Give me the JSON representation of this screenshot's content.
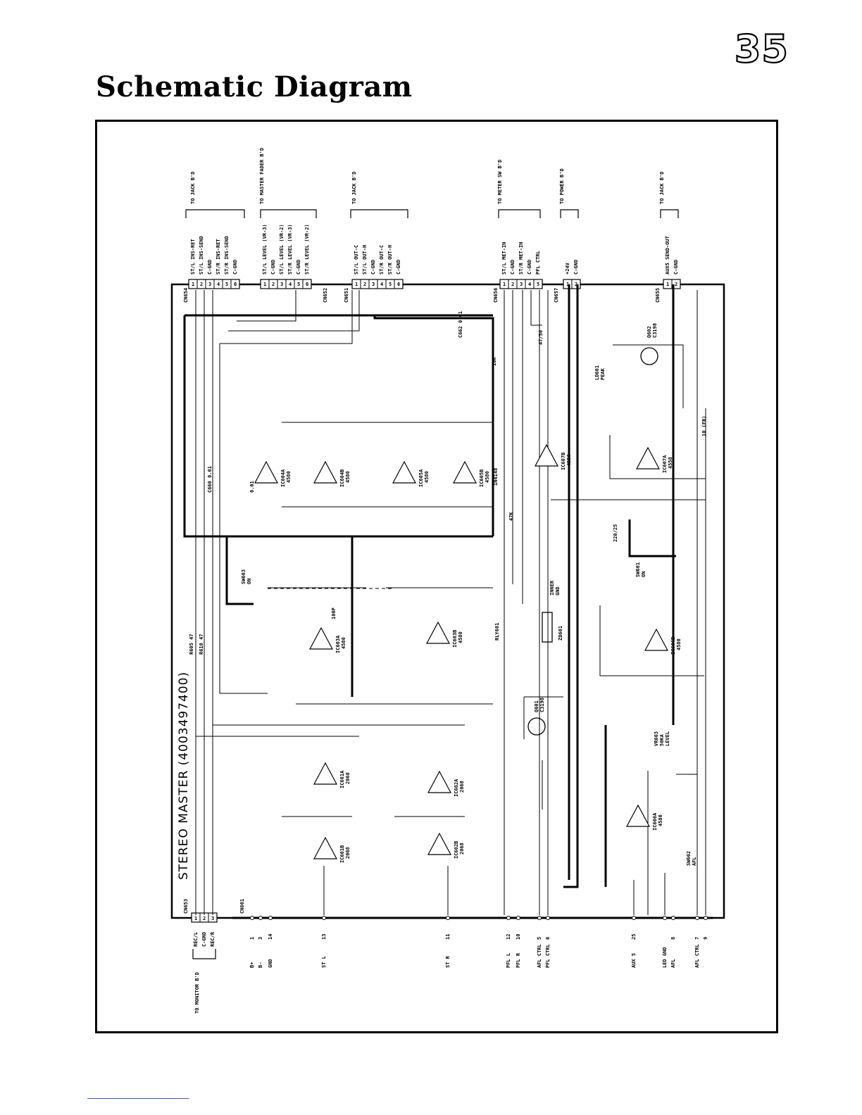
{
  "page_number": "35",
  "title": "Schematic Diagram",
  "board_label": "STEREO MASTER (4003497400)",
  "destinations": [
    {
      "id": "jack1",
      "label": "TO JACK B'D"
    },
    {
      "id": "fader",
      "label": "TO MASTER FADER B'D"
    },
    {
      "id": "jack2",
      "label": "TO JACK B'D"
    },
    {
      "id": "meter",
      "label": "TO METER SW B'D"
    },
    {
      "id": "power",
      "label": "TO POWER B'D"
    },
    {
      "id": "jack3",
      "label": "TO JACK B'D"
    },
    {
      "id": "monitor",
      "label": "TO MONITOR B'D"
    }
  ],
  "connectors": [
    {
      "ref": "CN654",
      "pins": [
        "ST/L INS-RET",
        "ST/L INS-SEND",
        "C-GND",
        "ST/R INS-RET",
        "ST/R INS-SEND",
        "C-GND"
      ]
    },
    {
      "ref": "CN652",
      "pins": [
        "ST/L LEVEL (VR-3)",
        "C-GND",
        "ST/L LEVEL (VR-2)",
        "ST/R LEVEL (VR-3)",
        "C-GND",
        "ST/R LEVEL (VR-2)"
      ]
    },
    {
      "ref": "CN651",
      "pins": [
        "ST/L OUT-C",
        "ST/L OUT-H",
        "C-GND",
        "ST/R OUT-C",
        "ST/R OUT-H",
        "C-GND"
      ]
    },
    {
      "ref": "CN656",
      "pins": [
        "ST/L MET-IN",
        "C-GND",
        "ST/R MET-IN",
        "C-GND",
        "PFL CTRL"
      ]
    },
    {
      "ref": "CN657",
      "pins": [
        "+24V",
        "C-GND"
      ]
    },
    {
      "ref": "CN655",
      "pins": [
        "AUX5 SEND-OUT",
        "C-GND"
      ]
    },
    {
      "ref": "CN653",
      "pins": [
        "REC/L",
        "C-GND",
        "REC/R"
      ]
    }
  ],
  "bottom_ref": "CN601",
  "bottom_pins": [
    {
      "name": "B+",
      "num": "1"
    },
    {
      "name": "B-",
      "num": "3"
    },
    {
      "name": "GND",
      "num": "14"
    },
    {
      "name": "ST L",
      "num": "13"
    },
    {
      "name": "ST R",
      "num": "11"
    },
    {
      "name": "PFL L",
      "num": "12"
    },
    {
      "name": "PFL R",
      "num": "10"
    },
    {
      "name": "AFL CTRL",
      "num": "5"
    },
    {
      "name": "PFL CTRL",
      "num": "6"
    },
    {
      "name": "AUX 5",
      "num": "25"
    },
    {
      "name": "LED GND",
      "num": ""
    },
    {
      "name": "AFL",
      "num": "8"
    },
    {
      "name": "AFL CTRL",
      "num": "7"
    },
    {
      "name": "",
      "num": "9"
    }
  ],
  "parts": {
    "ic1": [
      "IC604A",
      "4580"
    ],
    "ic2": [
      "IC604B",
      "4580"
    ],
    "ic3": [
      "IC605A",
      "4580"
    ],
    "ic4": [
      "IC605B",
      "4580"
    ],
    "ic5": [
      "IC603A",
      "4580"
    ],
    "ic6": [
      "IC603B",
      "4580"
    ],
    "ic7": [
      "IC601A",
      "2068"
    ],
    "ic8": [
      "IC601B",
      "2068"
    ],
    "ic9": [
      "IC602A",
      "2068"
    ],
    "ic10": [
      "IC602B",
      "2068"
    ],
    "ic11": [
      "IC607A",
      "4558"
    ],
    "ic12": [
      "IC607B",
      "4558"
    ],
    "ic13": [
      "IC606A",
      "4580"
    ],
    "ic14": [
      "IC606B",
      "4580"
    ],
    "q1": [
      "Q601",
      "C3198"
    ],
    "q2": [
      "Q602",
      "C3198"
    ],
    "led": [
      "LD601",
      "PEAK"
    ],
    "relay": "RLY601",
    "vr": [
      "VR603",
      "50KA",
      "LEVEL"
    ],
    "sw1": [
      "SW603",
      "ON"
    ],
    "sw2": [
      "SW601",
      "ON"
    ],
    "sw3": [
      "SW602",
      "AFL"
    ],
    "inner": [
      "INNER",
      "GND"
    ],
    "zd": "ZD601",
    "misc": [
      "R605 47",
      "R610 47",
      "C660 0.01",
      "C662 0.01",
      "47/50",
      "220/25",
      "1N4148",
      "10K",
      "47K",
      "100P",
      "0.01",
      "10 (FR)"
    ]
  }
}
